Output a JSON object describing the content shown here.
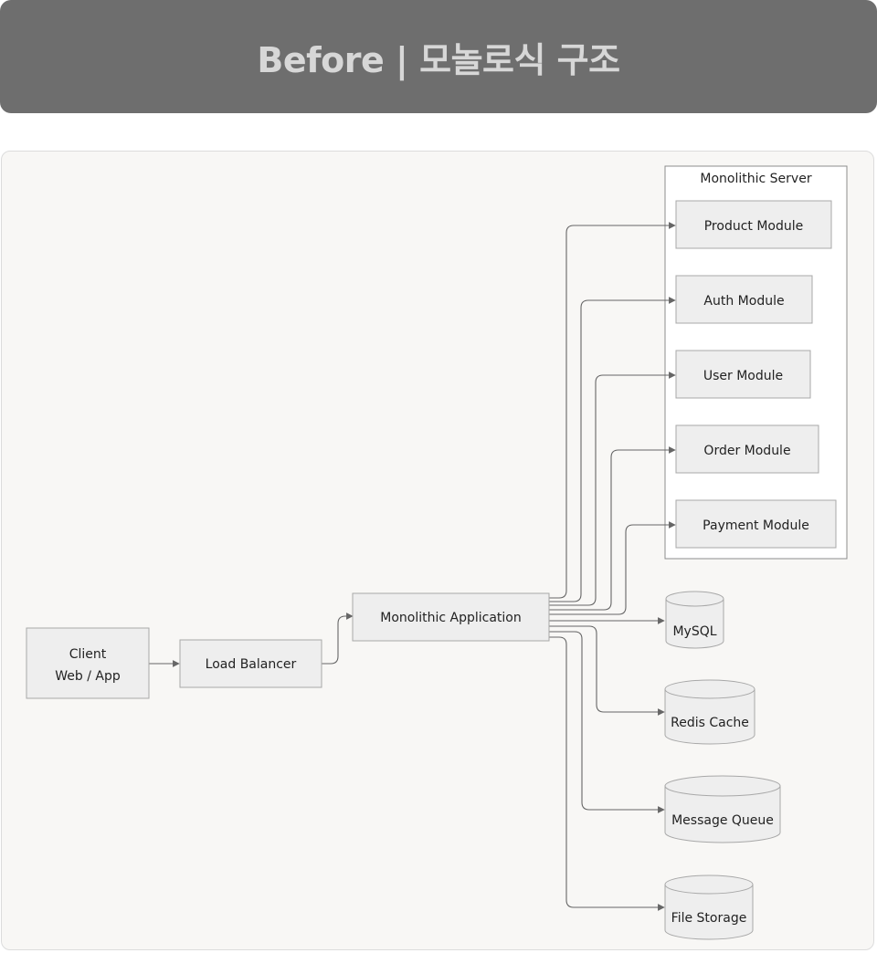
{
  "header": {
    "title": "Before | 모놀로식 구조"
  },
  "diagram": {
    "client": {
      "line1": "Client",
      "line2": "Web / App"
    },
    "load_balancer": "Load Balancer",
    "monolithic_app": "Monolithic Application",
    "server_group": {
      "title": "Monolithic Server",
      "modules": [
        "Product Module",
        "Auth Module",
        "User Module",
        "Order Module",
        "Payment Module"
      ]
    },
    "datastores": [
      "MySQL",
      "Redis Cache",
      "Message Queue",
      "File Storage"
    ],
    "colors": {
      "node_fill": "#eeeeee",
      "node_stroke": "#a8a8a8",
      "edge": "#666666",
      "header_bg": "#6e6e6e",
      "header_text": "#d7d7d7",
      "panel_bg": "#f8f7f5"
    }
  }
}
